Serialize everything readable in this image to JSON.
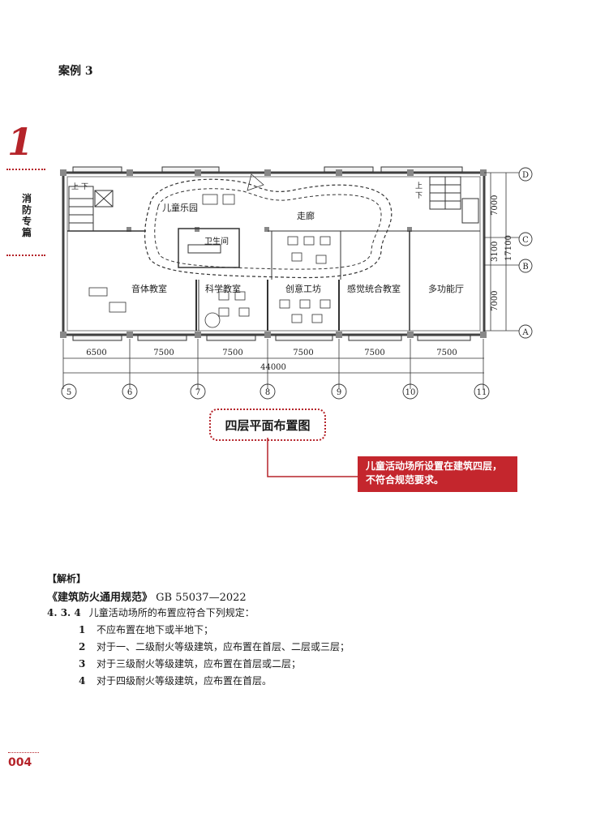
{
  "case_title": "案例 3",
  "sidebar": {
    "chapter_number": "1",
    "section_label": "消防专篇"
  },
  "plan": {
    "axis_letters": [
      "D",
      "C",
      "B",
      "A"
    ],
    "axis_numbers": [
      "5",
      "6",
      "7",
      "8",
      "9",
      "10",
      "11"
    ],
    "bay_dims": [
      "6500",
      "7500",
      "7500",
      "7500",
      "7500",
      "7500"
    ],
    "total_width": "44000",
    "side_dims": [
      "7000",
      "3100",
      "7000"
    ],
    "side_total": "17100",
    "rooms": {
      "playground": "儿童乐园",
      "corridor": "走廊",
      "toilet": "卫生间",
      "music": "音体教室",
      "science": "科学教室",
      "creative": "创意工坊",
      "sensory": "感觉统合教室",
      "multi": "多功能厅",
      "stair_up": "上",
      "stair_down": "下"
    }
  },
  "caption": "四层平面布置图",
  "callout": {
    "line1": "儿童活动场所设置在建筑四层，",
    "line2": "不符合规范要求。"
  },
  "analysis": {
    "heading": "【解析】",
    "standard_name": "《建筑防火通用规范》",
    "standard_code": "GB 55037—2022",
    "clause_number": "4. 3. 4",
    "clause_text": "儿童活动场所的布置应符合下列规定：",
    "items": [
      {
        "n": "1",
        "text": "不应布置在地下或半地下；"
      },
      {
        "n": "2",
        "text": "对于一、二级耐火等级建筑，应布置在首层、二层或三层；"
      },
      {
        "n": "3",
        "text": "对于三级耐火等级建筑，应布置在首层或二层；"
      },
      {
        "n": "4",
        "text": "对于四级耐火等级建筑，应布置在首层。"
      }
    ]
  },
  "page_number": "004",
  "colors": {
    "accent": "#b5242a",
    "callout_bg": "#c4262d"
  }
}
